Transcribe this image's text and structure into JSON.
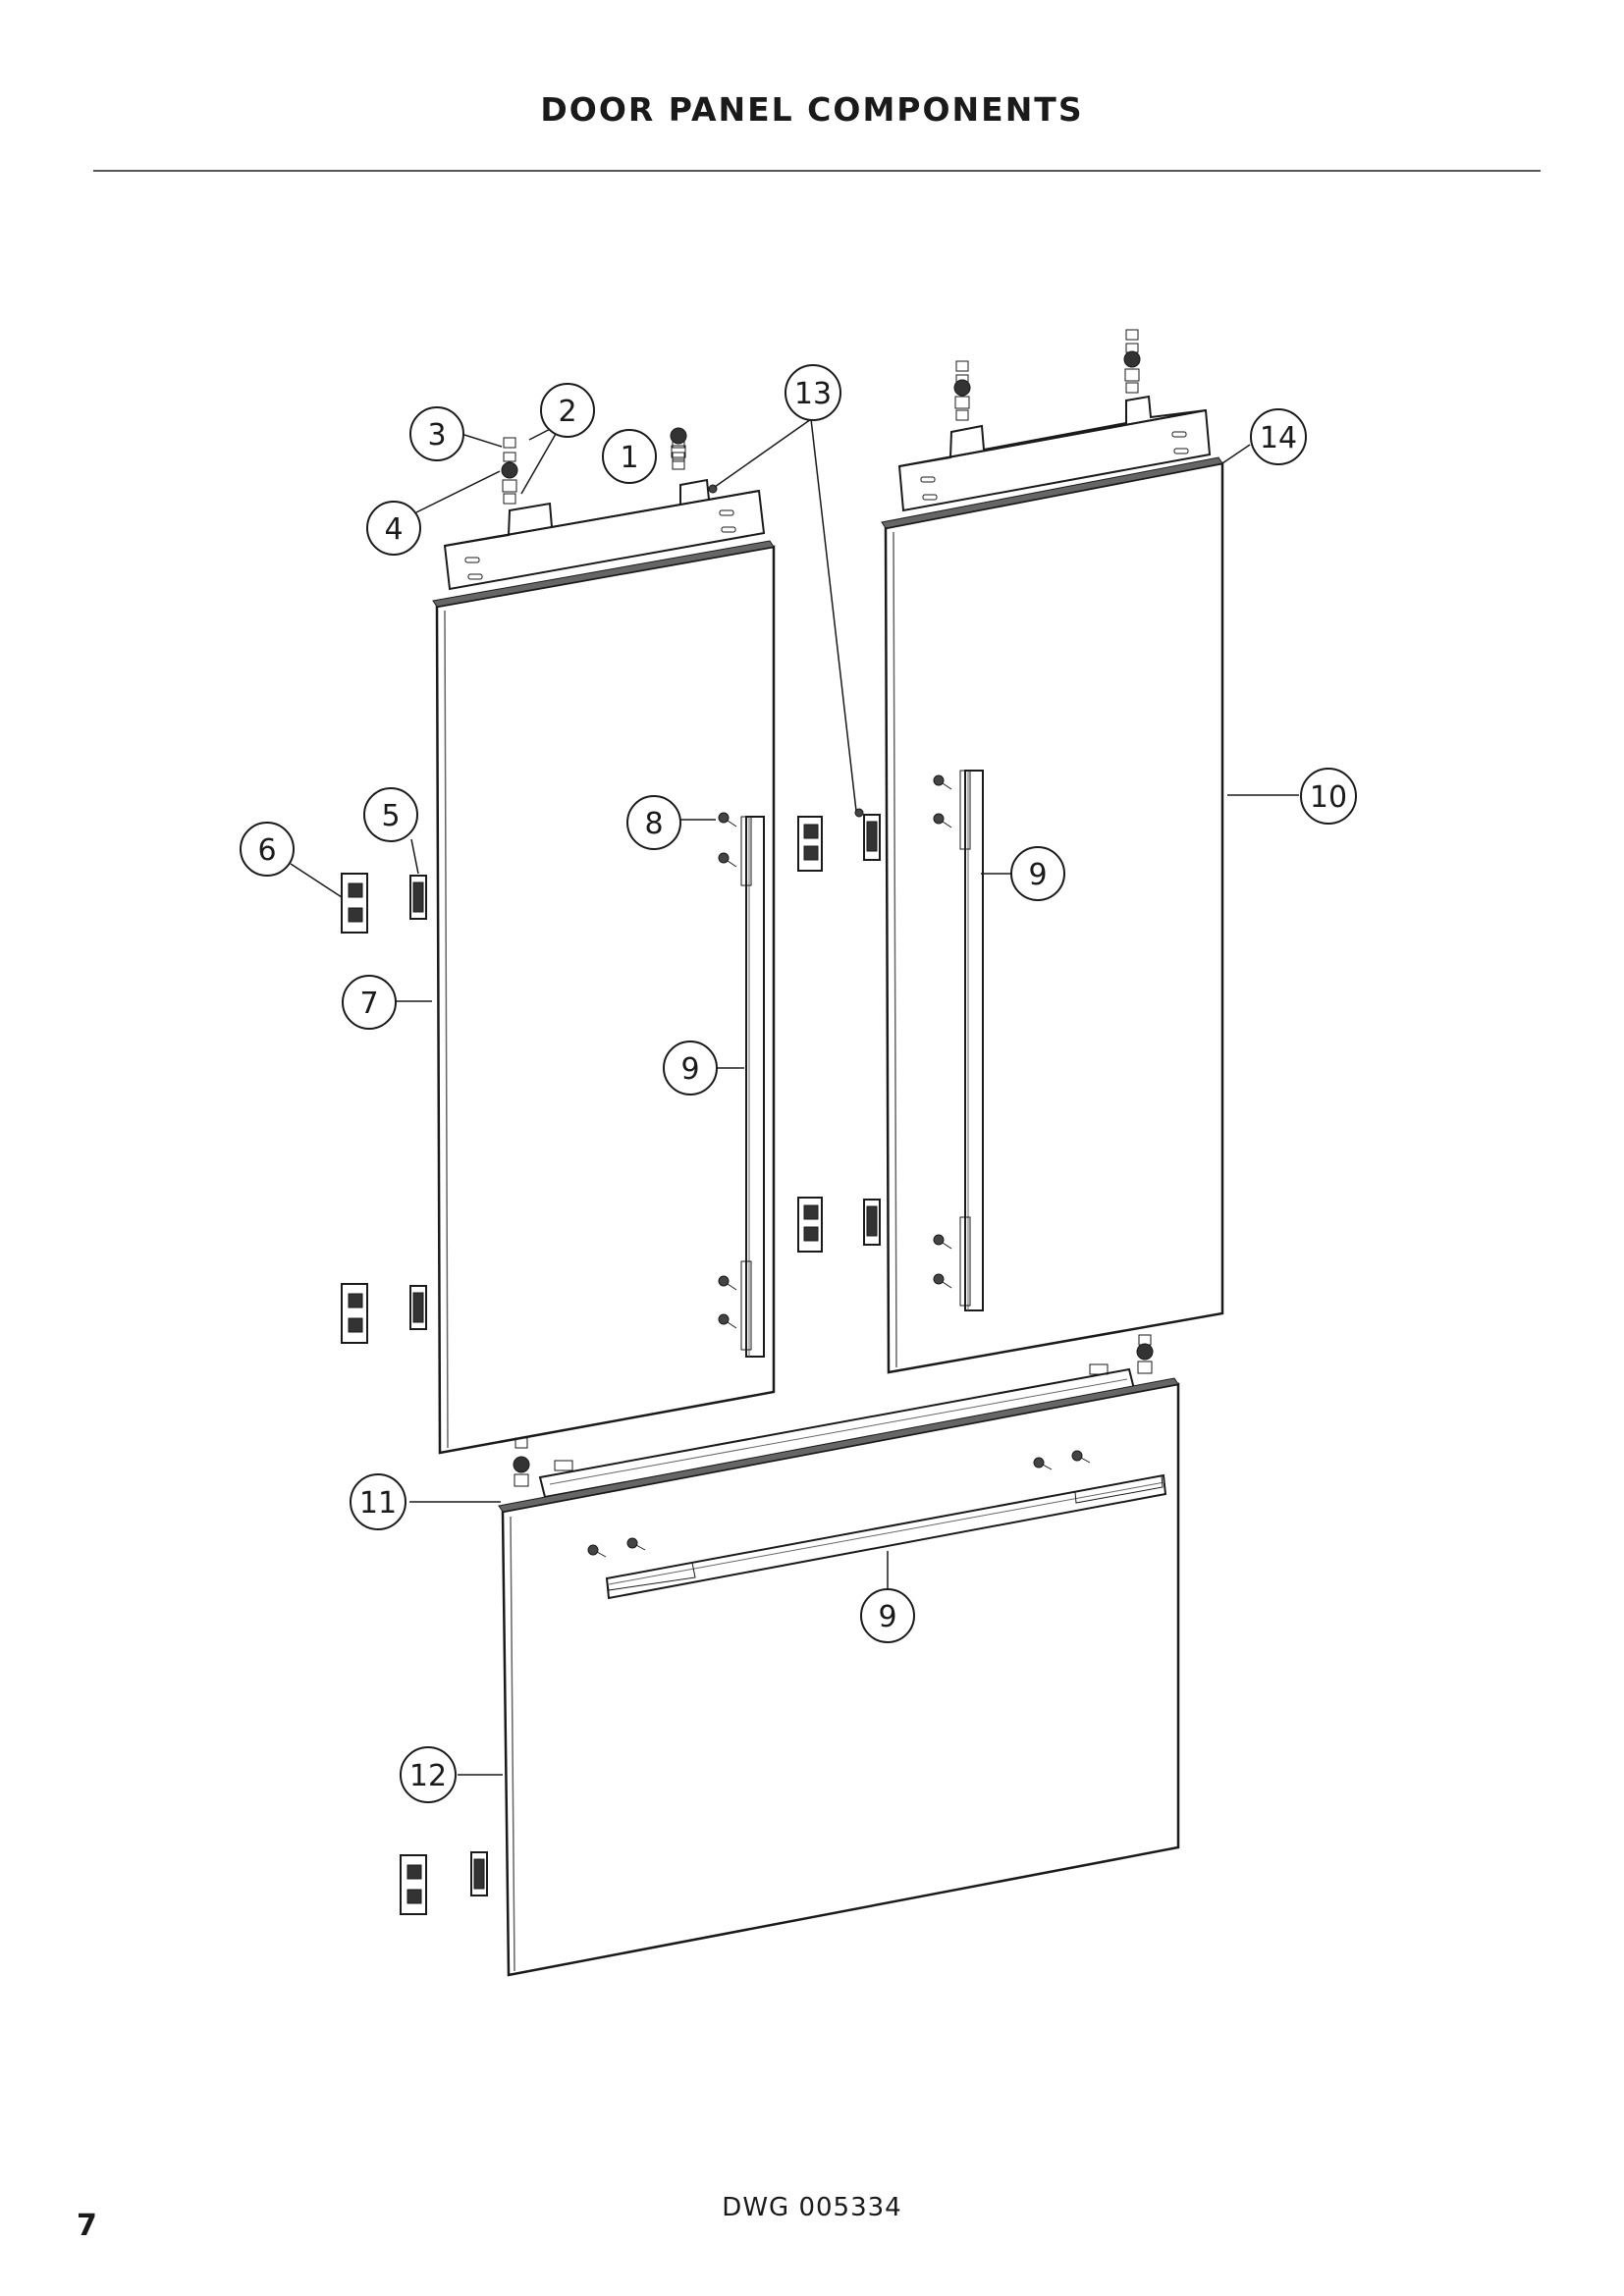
{
  "page": {
    "title": "DOOR PANEL COMPONENTS",
    "drawing_number": "DWG 005334",
    "page_number": "7"
  },
  "callouts": [
    {
      "id": "c1",
      "label": "1"
    },
    {
      "id": "c2",
      "label": "2"
    },
    {
      "id": "c3",
      "label": "3"
    },
    {
      "id": "c4",
      "label": "4"
    },
    {
      "id": "c5",
      "label": "5"
    },
    {
      "id": "c6",
      "label": "6"
    },
    {
      "id": "c7",
      "label": "7"
    },
    {
      "id": "c8",
      "label": "8"
    },
    {
      "id": "c9a",
      "label": "9"
    },
    {
      "id": "c9b",
      "label": "9"
    },
    {
      "id": "c9c",
      "label": "9"
    },
    {
      "id": "c10",
      "label": "10"
    },
    {
      "id": "c11",
      "label": "11"
    },
    {
      "id": "c12",
      "label": "12"
    },
    {
      "id": "c13",
      "label": "13"
    },
    {
      "id": "c14",
      "label": "14"
    }
  ]
}
